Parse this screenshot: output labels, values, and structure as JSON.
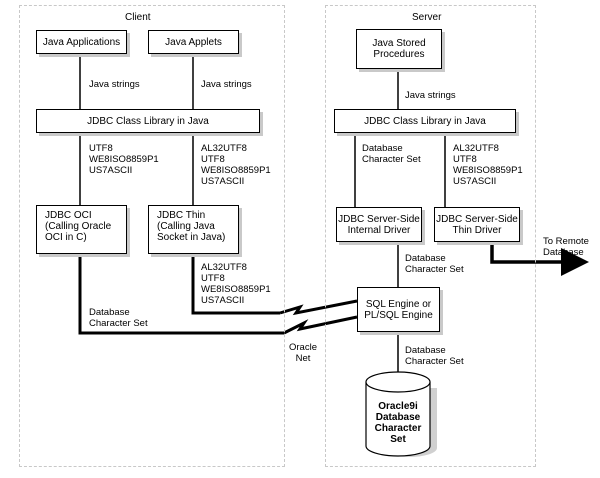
{
  "regions": {
    "client_title": "Client",
    "server_title": "Server"
  },
  "boxes": {
    "java_apps": "Java Applications",
    "java_applets": "Java Applets",
    "jdbc_lib_client": "JDBC Class Library in Java",
    "jdbc_oci": "JDBC OCI\n(Calling Oracle\nOCI in C)",
    "jdbc_thin": "JDBC Thin\n(Calling Java\nSocket in Java)",
    "java_stored": "Java Stored\nProcedures",
    "jdbc_lib_server": "JDBC Class Library in Java",
    "server_internal": "JDBC Server-Side\nInternal Driver",
    "server_thin": "JDBC Server-Side\nThin Driver",
    "sql_engine": "SQL Engine or\nPL/SQL Engine",
    "database": "Oracle9i\nDatabase\nCharacter\nSet"
  },
  "labels": {
    "java_strings_1": "Java strings",
    "java_strings_2": "Java strings",
    "java_strings_3": "Java strings",
    "oci_charsets": "UTF8\nWE8ISO8859P1\nUS7ASCII",
    "thin_charsets": "AL32UTF8\nUTF8\nWE8ISO8859P1\nUS7ASCII",
    "thin_out_charsets": "AL32UTF8\nUTF8\nWE8ISO8859P1\nUS7ASCII",
    "oci_db_charset": "Database\nCharacter Set",
    "server_db_charset": "Database\nCharacter Set",
    "server_thin_charsets": "AL32UTF8\nUTF8\nWE8ISO8859P1\nUS7ASCII",
    "internal_to_sql": "Database\nCharacter Set",
    "sql_to_db": "Database\nCharacter Set",
    "oracle_net": "Oracle\nNet",
    "to_remote": "To Remote\nDatabase"
  }
}
